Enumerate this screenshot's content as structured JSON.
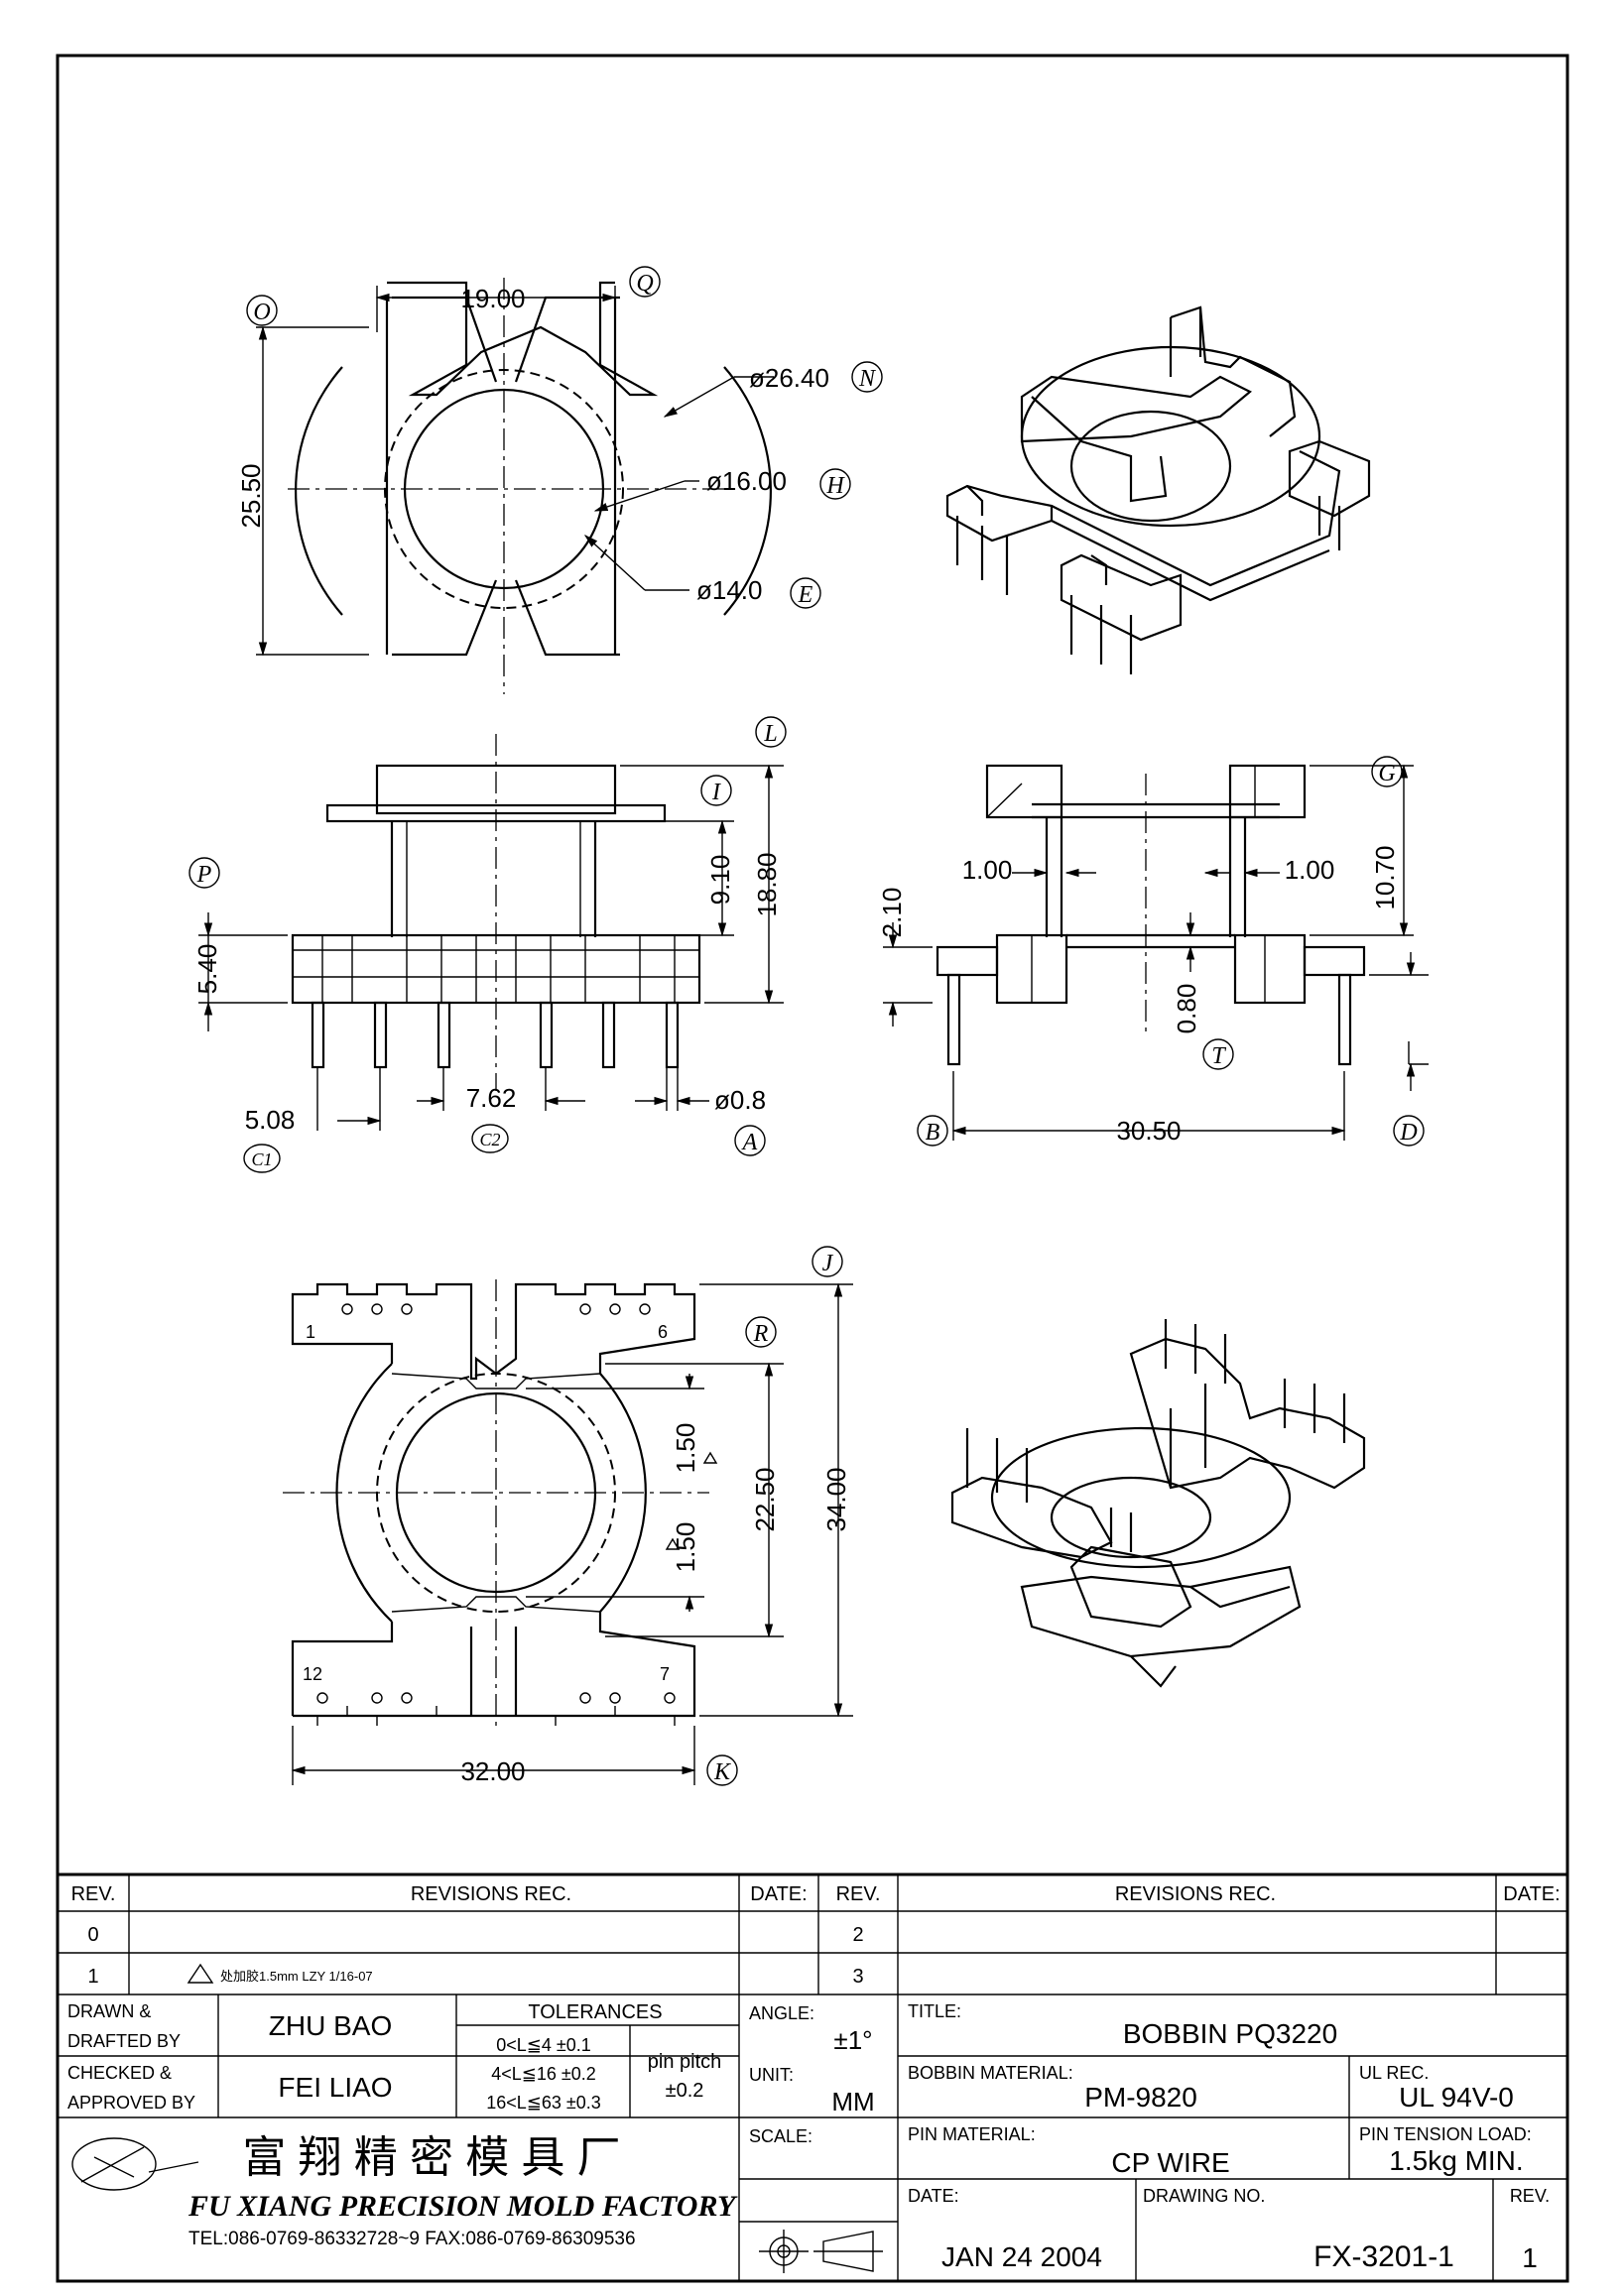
{
  "views": {
    "top": {
      "dims": {
        "width": "19.00",
        "height": "25.50",
        "outer_dia": "ø26.40",
        "inner_dia": "ø16.00",
        "bore_dia": "ø14.0"
      },
      "markers": {
        "o": "O",
        "q": "Q",
        "n": "N",
        "h": "H",
        "e": "E"
      }
    },
    "front": {
      "dims": {
        "flange_gap": "9.10",
        "total_height": "18.80",
        "base_height": "5.40",
        "pin_offset": "5.08",
        "pin_pitch": "7.62",
        "pin_dia": "ø0.8"
      },
      "markers": {
        "l": "L",
        "i": "I",
        "p": "P",
        "c1": "C1",
        "c2": "C2",
        "a": "A"
      }
    },
    "side": {
      "dims": {
        "wall_left": "1.00",
        "wall_right": "1.00",
        "upper_height": "10.70",
        "flange_thk": "2.10",
        "gap": "0.80",
        "pin_span": "30.50"
      },
      "markers": {
        "g": "G",
        "t": "T",
        "b": "B",
        "d": "D"
      }
    },
    "bottom": {
      "dims": {
        "height": "34.00",
        "inner_height": "22.50",
        "slot_top": "1.50",
        "slot_bottom": "1.50",
        "width": "32.00"
      },
      "markers": {
        "j": "J",
        "r": "R",
        "k": "K"
      },
      "pins": {
        "p1": "1",
        "p6": "6",
        "p7": "7",
        "p12": "12"
      }
    }
  },
  "title_block": {
    "rev_header": "REV.",
    "revisions_header": "REVISIONS   REC.",
    "date_header": "DATE:",
    "rev0": "0",
    "rev1": "1",
    "rev1_note": "处加胶1.5mm  LZY 1/16-07",
    "rev2": "2",
    "rev3": "3",
    "drawn_label": "DRAWN &\nDRAFTED BY",
    "drawn_by": "ZHU   BAO",
    "checked_label": "CHECKED &\nAPPROVED BY",
    "checked_by": "FEI LIAO",
    "tolerances_label": "TOLERANCES",
    "tol1": "0<L≦4   ±0.1",
    "tol2": "4<L≦16  ±0.2",
    "tol3": "16<L≦63  ±0.3",
    "pin_pitch_label": "pin pitch",
    "pin_pitch_tol": "±0.2",
    "angle_label": "ANGLE:",
    "angle_value": "±1°",
    "unit_label": "UNIT:",
    "unit_value": "MM",
    "scale_label": "SCALE:",
    "title_label": "TITLE:",
    "title_value": "BOBBIN  PQ3220",
    "bobbin_material_label": "BOBBIN MATERIAL:",
    "bobbin_material": "PM-9820",
    "ul_label": "UL REC.",
    "ul_value": "UL  94V-0",
    "pin_material_label": "PIN MATERIAL:",
    "pin_material": "CP  WIRE",
    "pin_tension_label": "PIN TENSION  LOAD:",
    "pin_tension": "1.5kg  MIN.",
    "date_label": "DATE:",
    "date_value": "JAN  24  2004",
    "drawing_no_label": "DRAWING  NO.",
    "drawing_no": "FX-3201-1",
    "rev_label": "REV.",
    "rev_value": "1",
    "company_cn": "富 翔 精 密 模 具 厂",
    "company_en": "FU XIANG PRECISION MOLD FACTORY",
    "company_contact": "TEL:086-0769-86332728~9   FAX:086-0769-86309536"
  }
}
